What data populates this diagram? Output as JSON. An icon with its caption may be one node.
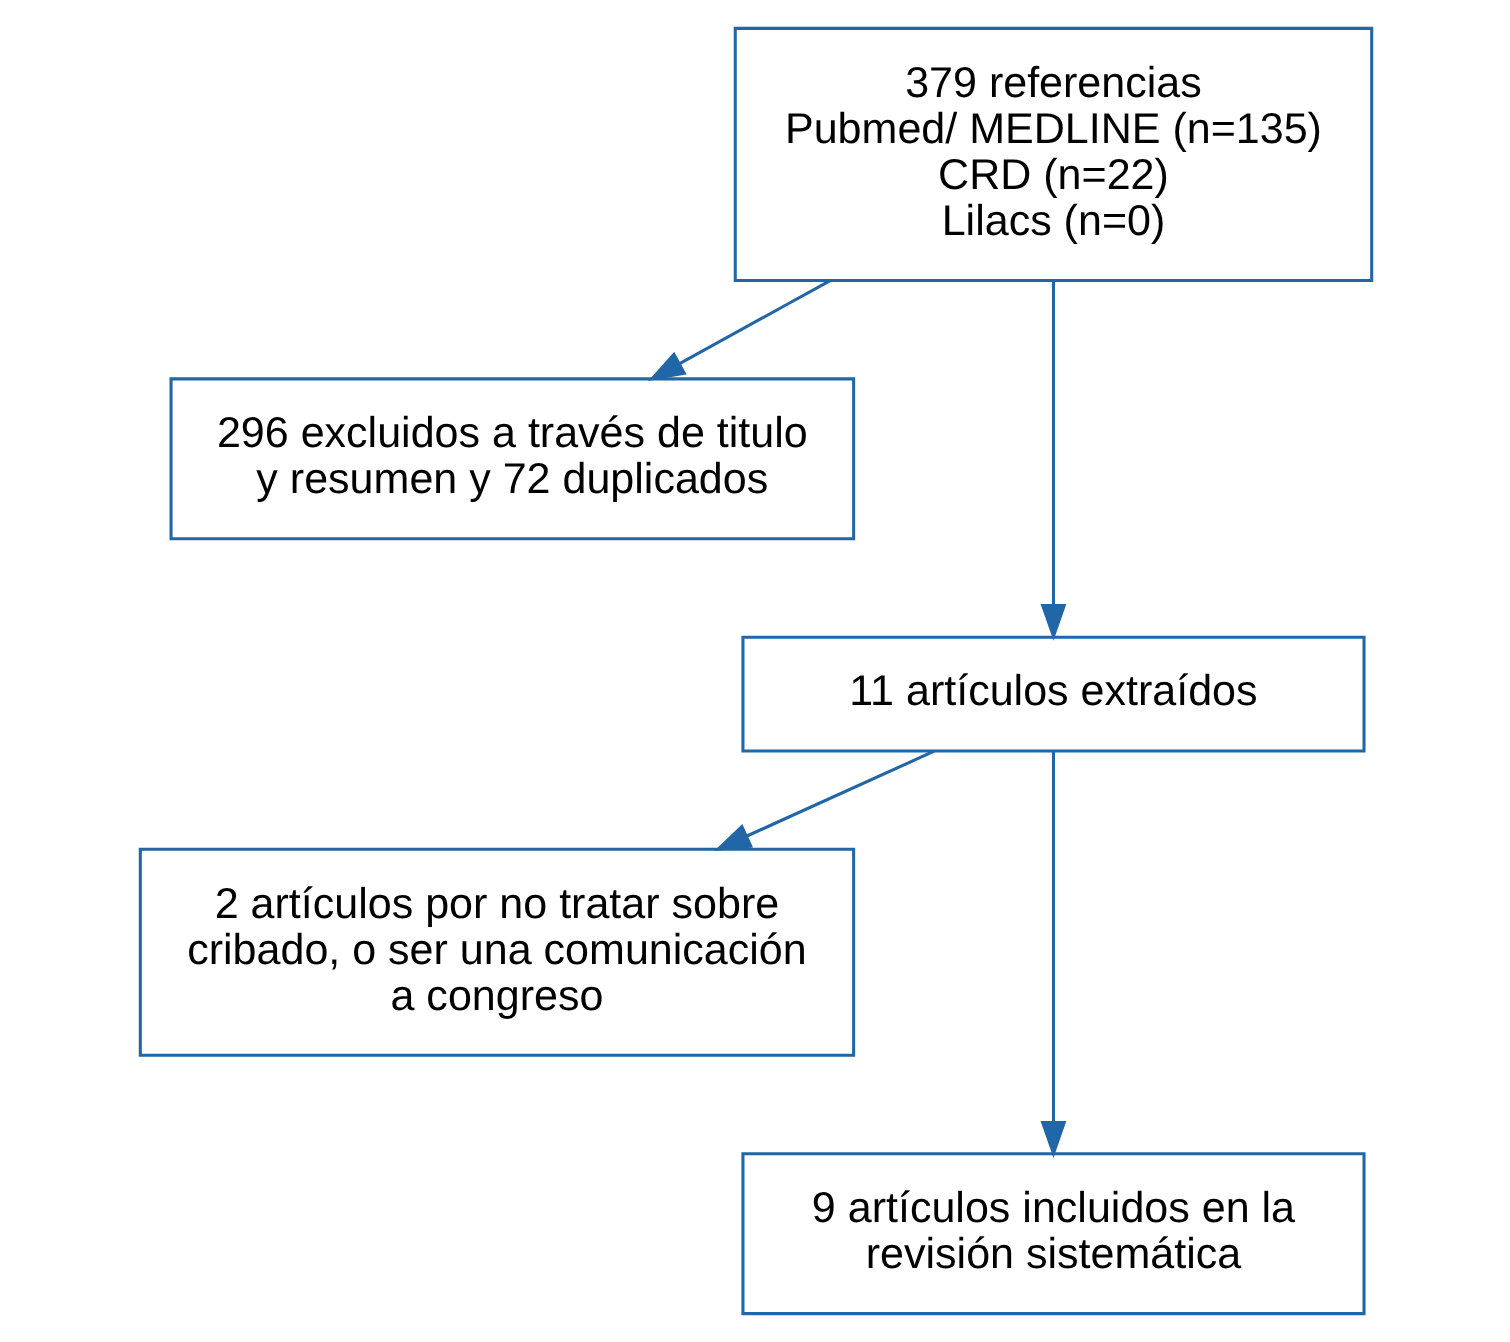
{
  "diagram": {
    "nodes": [
      {
        "text": [
          "379 referencias",
          "Pubmed/ MEDLINE (n=135)",
          "CRD (n=22)",
          "Lilacs (n=0)"
        ]
      },
      {
        "text": [
          "296 excluidos a través de titulo y resumen y 72 duplicados"
        ]
      },
      {
        "text": [
          "11 artículos extraídos"
        ]
      },
      {
        "text": [
          "2 artículos por no tratar sobre cribado, o ser una comunicación a congreso"
        ]
      },
      {
        "text": [
          "9 artículos incluidos en la revisión sistemática"
        ]
      }
    ],
    "edges": [
      {
        "from": 0,
        "to": 2,
        "arrow": "to"
      },
      {
        "from": 0,
        "to": 1,
        "arrow": "to"
      },
      {
        "from": 2,
        "to": 4,
        "arrow": "to"
      },
      {
        "from": 2,
        "to": 3,
        "arrow": "to"
      }
    ]
  }
}
